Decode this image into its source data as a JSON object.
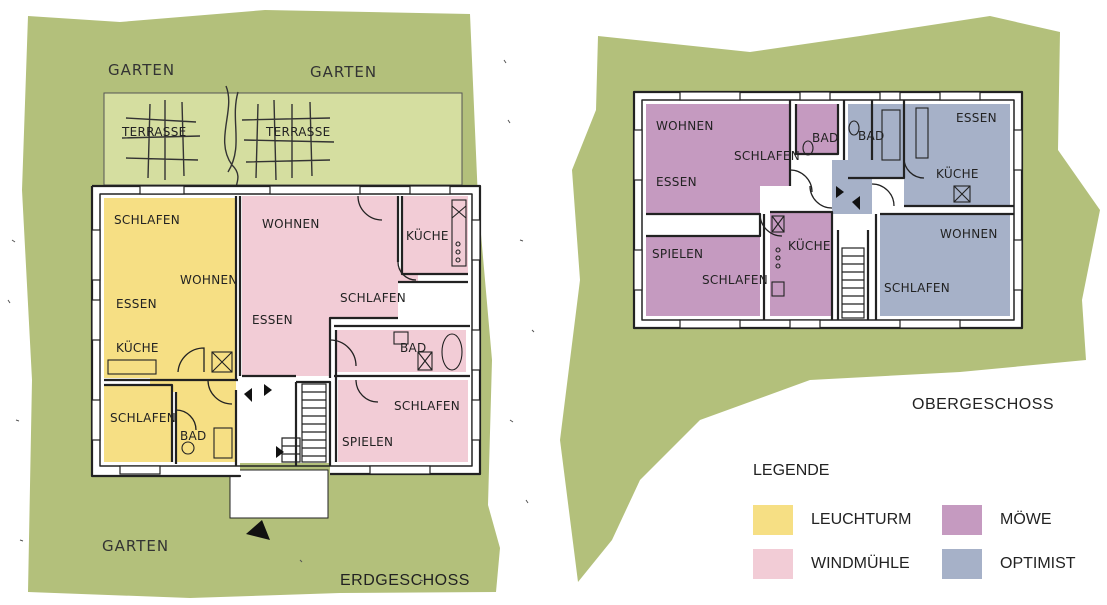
{
  "colors": {
    "garden": "#b3c07b",
    "terrace": "#d5dea0",
    "leuchturm": "#f6df84",
    "windmuehle": "#f2ccd6",
    "moewe": "#c59ac0",
    "optimist": "#a6b1c8",
    "wall": "#222222"
  },
  "erdgeschoss": {
    "title": "ERDGESCHOSS",
    "garden_labels": [
      "GARTEN",
      "GARTEN",
      "GARTEN"
    ],
    "terrace_labels": [
      "TERRASSE",
      "TERRASSE"
    ],
    "leuchturm_rooms": [
      "SCHLAFEN",
      "WOHNEN",
      "ESSEN",
      "KÜCHE",
      "SCHLAFEN",
      "BAD"
    ],
    "windmuehle_rooms": [
      "WOHNEN",
      "KÜCHE",
      "ESSEN",
      "SCHLAFEN",
      "BAD",
      "SCHLAFEN",
      "SPIELEN"
    ]
  },
  "obergeschoss": {
    "title": "OBERGESCHOSS",
    "moewe_rooms": [
      "WOHNEN",
      "ESSEN",
      "SCHLAFEN",
      "BAD",
      "SPIELEN",
      "SCHLAFEN",
      "KÜCHE"
    ],
    "optimist_rooms": [
      "BAD",
      "ESSEN",
      "KÜCHE",
      "WOHNEN",
      "SCHLAFEN"
    ]
  },
  "legend": {
    "title": "LEGENDE",
    "items": [
      {
        "label": "LEUCHTURM",
        "color": "#f6df84"
      },
      {
        "label": "MÖWE",
        "color": "#c59ac0"
      },
      {
        "label": "WINDMÜHLE",
        "color": "#f2ccd6"
      },
      {
        "label": "OPTIMIST",
        "color": "#a6b1c8"
      }
    ]
  }
}
